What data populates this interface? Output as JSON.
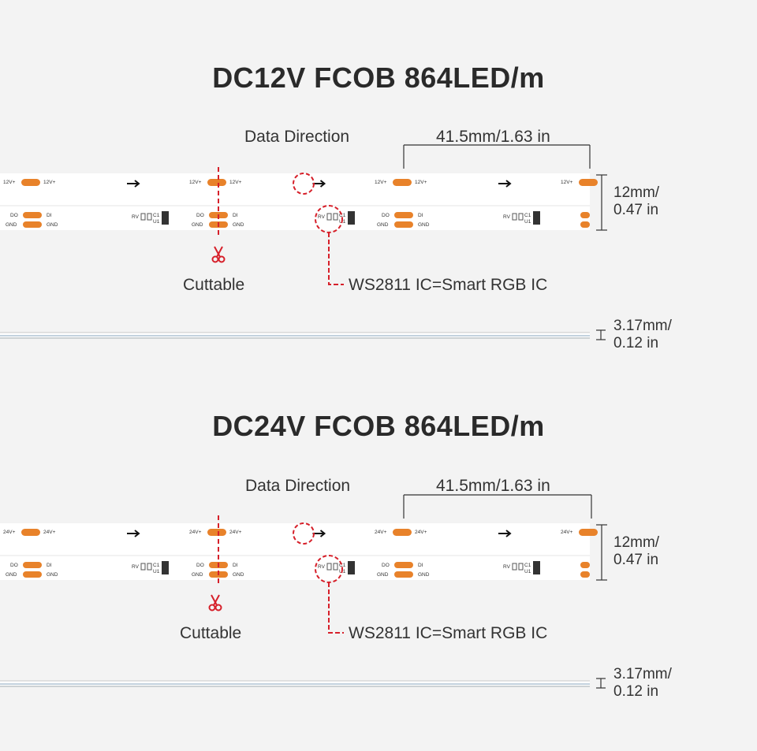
{
  "sections": [
    {
      "title": "DC12V FCOB 864LED/m",
      "voltage_pad": "12V+",
      "data_direction": "Data Direction",
      "segment_length": "41.5mm/1.63 in",
      "width_line1": "12mm/",
      "width_line2": "0.47 in",
      "cuttable": "Cuttable",
      "ic_label": "WS2811 IC=Smart RGB IC",
      "thickness_line1": "3.17mm/",
      "thickness_line2": "0.12 in",
      "pads": {
        "do": "DO",
        "di": "DI",
        "gnd": "GND",
        "rv": "RV",
        "c1": "C1",
        "u1": "U1"
      }
    },
    {
      "title": "DC24V FCOB 864LED/m",
      "voltage_pad": "24V+",
      "data_direction": "Data Direction",
      "segment_length": "41.5mm/1.63 in",
      "width_line1": "12mm/",
      "width_line2": "0.47 in",
      "cuttable": "Cuttable",
      "ic_label": "WS2811 IC=Smart RGB IC",
      "thickness_line1": "3.17mm/",
      "thickness_line2": "0.12 in",
      "pads": {
        "do": "DO",
        "di": "DI",
        "gnd": "GND",
        "rv": "RV",
        "c1": "C1",
        "u1": "U1"
      }
    }
  ],
  "icons": {
    "scissors": "scissors-icon",
    "arrow": "arrow-right-icon"
  },
  "colors": {
    "pad": "#e8822a",
    "accent": "#d6202a",
    "strip": "#ffffff",
    "ic": "#333333"
  }
}
